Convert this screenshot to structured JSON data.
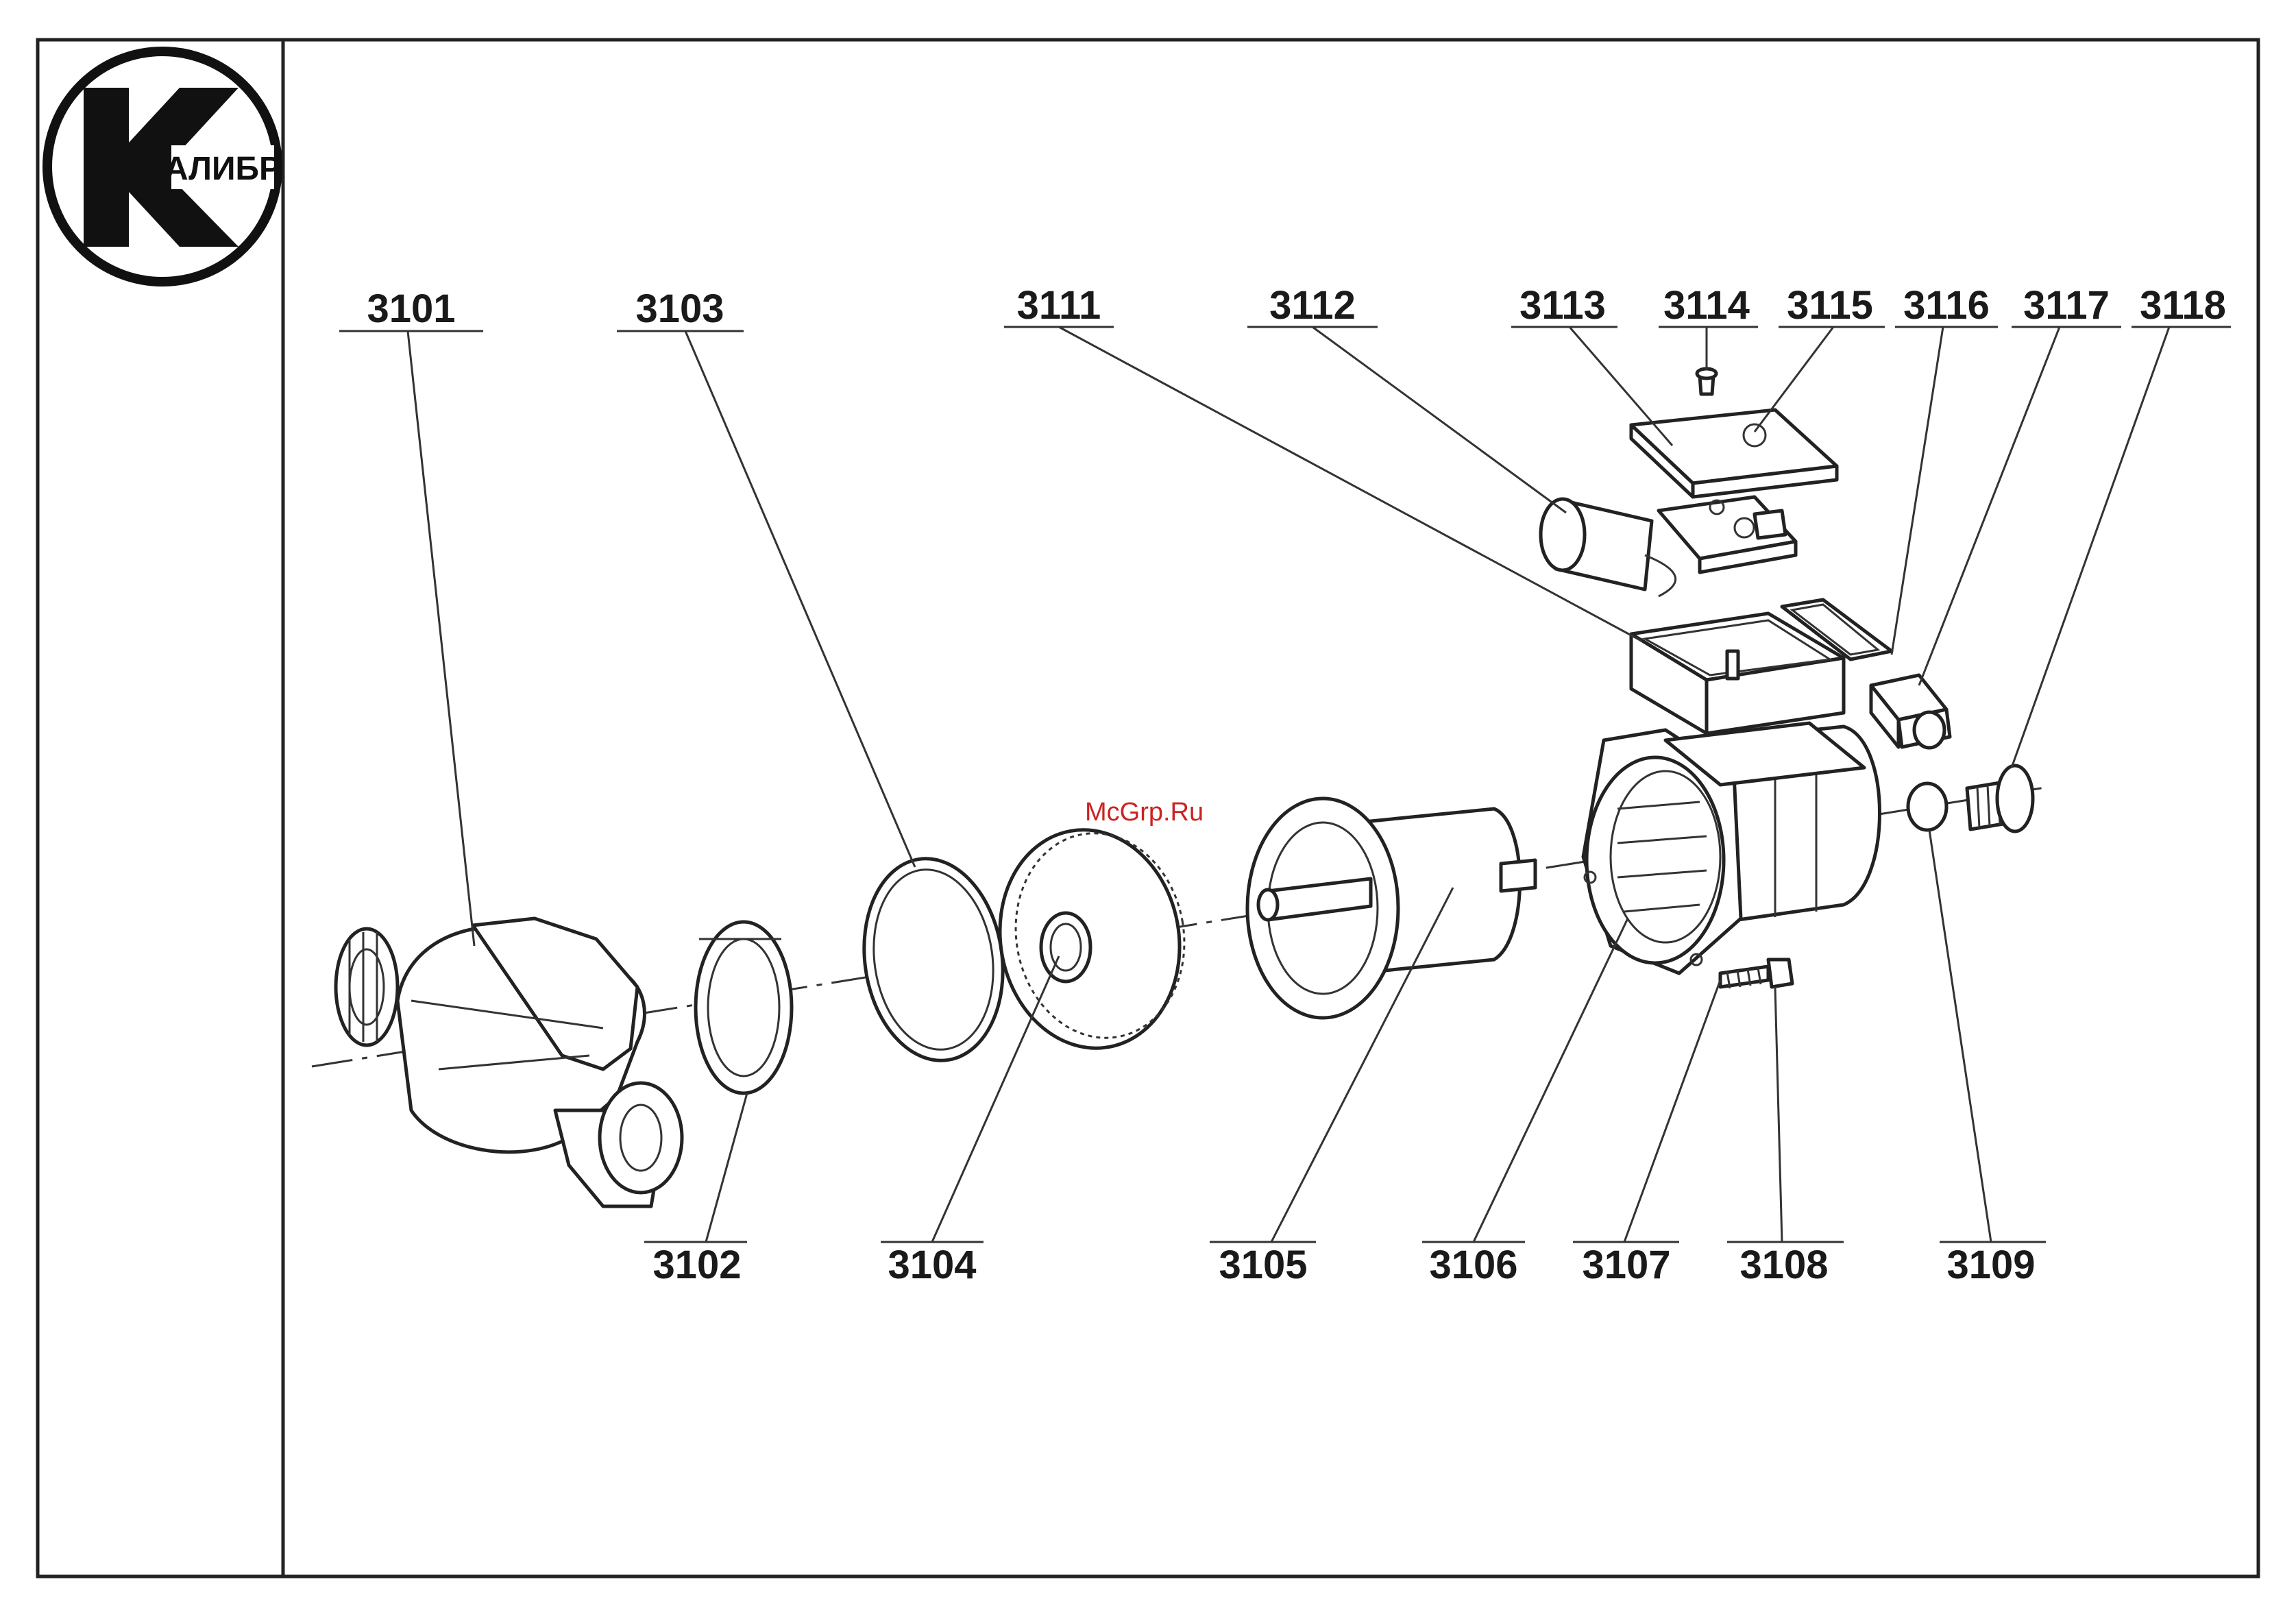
{
  "brand": {
    "logo_text": "АЛИБР"
  },
  "watermark": "McGrp.Ru",
  "parts": {
    "p3101": "3101",
    "p3102": "3102",
    "p3103": "3103",
    "p3104": "3104",
    "p3105": "3105",
    "p3106": "3106",
    "p3107": "3107",
    "p3108": "3108",
    "p3109": "3109",
    "p3111": "3111",
    "p3112": "3112",
    "p3113": "3113",
    "p3114": "3114",
    "p3115": "3115",
    "p3116": "3116",
    "p3117": "3117",
    "p3118": "3118"
  },
  "colors": {
    "line": "#222222",
    "watermark": "#cc2222"
  }
}
